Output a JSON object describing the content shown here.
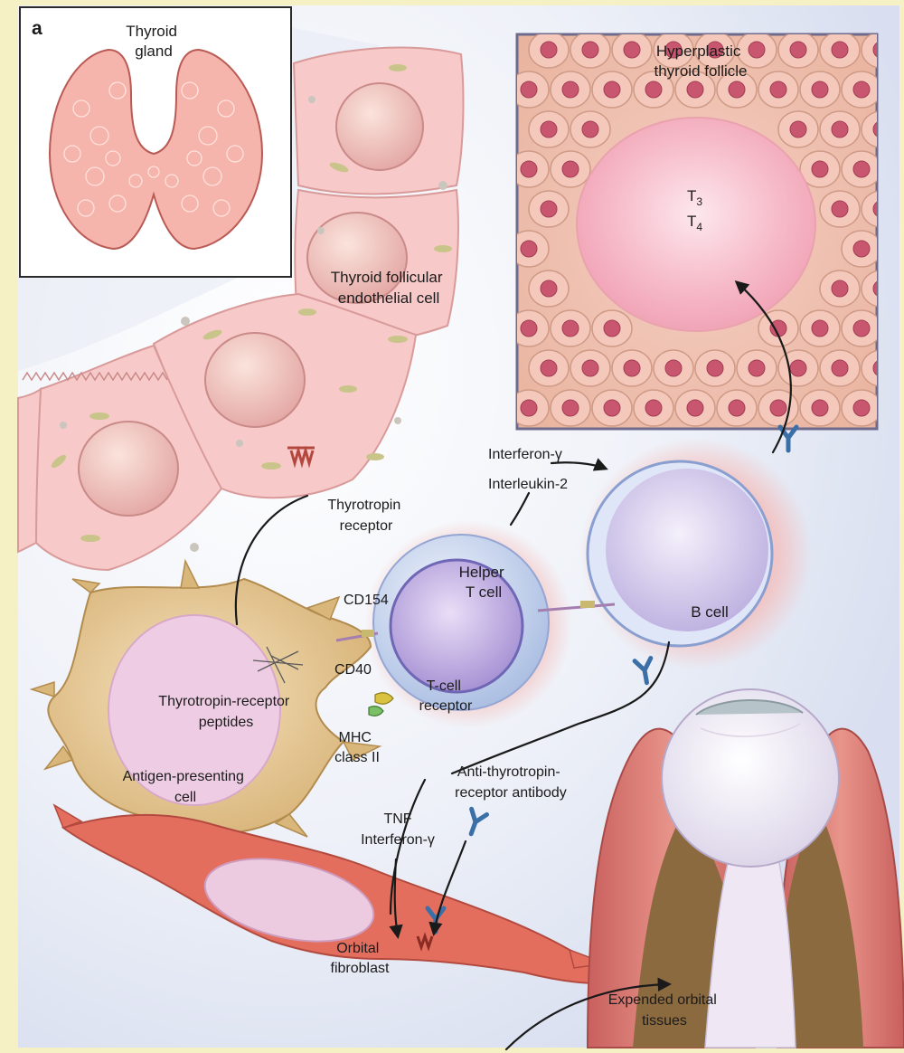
{
  "panel_label": "a",
  "labels": {
    "thyroid_gland": [
      "Thyroid",
      "gland"
    ],
    "hyperplastic_follicle": [
      "Hyperplastic",
      "thyroid follicle"
    ],
    "t3": {
      "base": "T",
      "sub": "3"
    },
    "t4": {
      "base": "T",
      "sub": "4"
    },
    "follicular_cell": [
      "Thyroid follicular",
      "endothelial cell"
    ],
    "thyrotropin_receptor": [
      "Thyrotropin",
      "receptor"
    ],
    "interferon_gamma_top": "Interferon-γ",
    "interleukin_2": "Interleukin-2",
    "helper_t_cell": [
      "Helper",
      "T cell"
    ],
    "b_cell": "B cell",
    "cd154": "CD154",
    "cd40": "CD40",
    "t_cell_receptor": [
      "T-cell",
      "receptor"
    ],
    "receptor_peptides": [
      "Thyrotropin-receptor",
      "peptides"
    ],
    "mhc_class_ii": [
      "MHC",
      "class II"
    ],
    "antigen_presenting_cell": [
      "Antigen-presenting",
      "cell"
    ],
    "anti_thyrotropin_antibody": [
      "Anti-thyrotropin-",
      "receptor antibody"
    ],
    "tnf": "TNF",
    "interferon_gamma_bottom": "Interferon-γ",
    "orbital_fibroblast": [
      "Orbital",
      "fibroblast"
    ],
    "expended_orbital_tissues": [
      "Expended orbital",
      "tissues"
    ]
  },
  "colors": {
    "background": "#f5f1c4",
    "cell_pink": "#f7c9c9",
    "nucleus_pink": "#efb3b3",
    "lymphocyte_blue": "#cfd9f2",
    "lymphocyte_nucleus": "#b6a5dc",
    "apc_tan": "#e2c38f",
    "fibroblast_red": "#e06a5a",
    "antibody_blue": "#3a6fa8"
  }
}
